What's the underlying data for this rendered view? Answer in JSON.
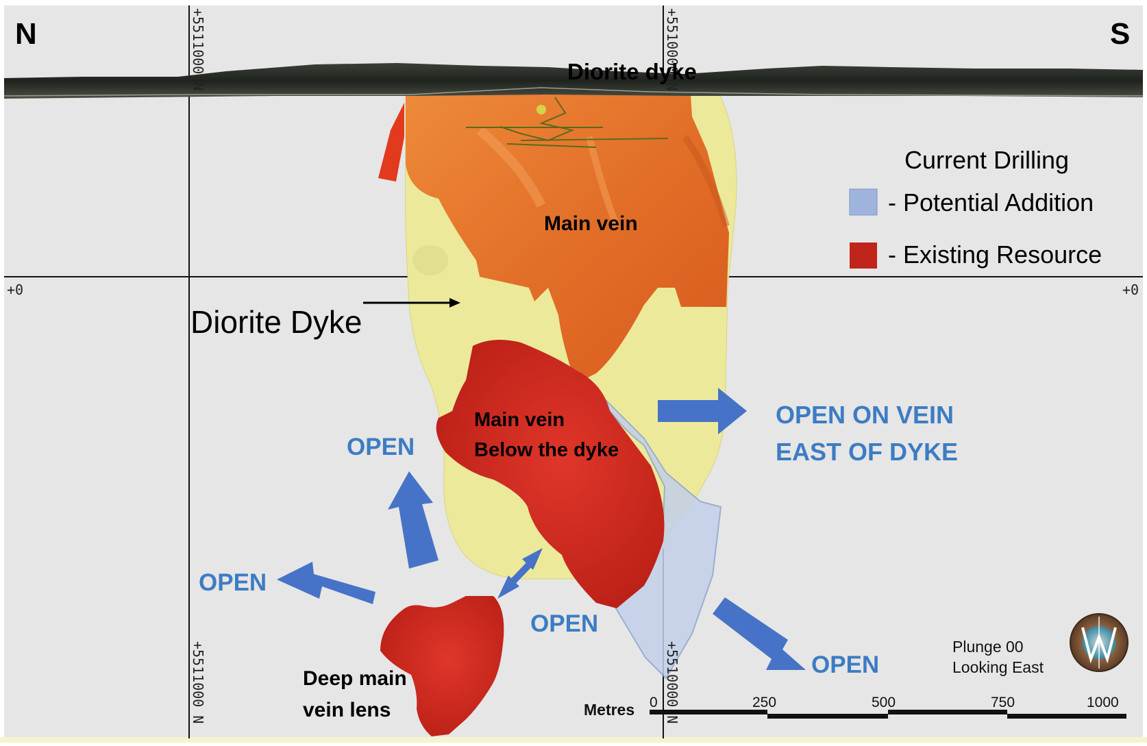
{
  "compass": {
    "north": "N",
    "south": "S"
  },
  "grid": {
    "easting_label": "+5511000 N",
    "easting_label_b": "+5510000 N",
    "depth_label_left": "+0",
    "depth_label_right": "+0"
  },
  "labels": {
    "diorite_dyke_top": "Diorite dyke",
    "main_vein": "Main vein",
    "diorite_dyke": "Diorite Dyke",
    "main_vein_below_line1": "Main vein",
    "main_vein_below_line2": "Below the dyke",
    "deep_lens_line1": "Deep main",
    "deep_lens_line2": "vein lens"
  },
  "open_labels": {
    "open_upper_left": "OPEN",
    "open_left": "OPEN",
    "open_bottom": "OPEN",
    "open_bottom_right": "OPEN",
    "open_east_line1": "OPEN ON VEIN",
    "open_east_line2": "EAST OF DYKE"
  },
  "legend": {
    "title": "Current Drilling",
    "items": [
      {
        "label": "- Potential Addition",
        "color": "#9fb4dd"
      },
      {
        "label": "- Existing Resource",
        "color": "#c0241a"
      }
    ]
  },
  "view": {
    "plunge": "Plunge 00",
    "looking": "Looking East"
  },
  "scale_bar": {
    "unit": "Metres",
    "ticks": [
      "0",
      "250",
      "500",
      "750",
      "1000"
    ]
  },
  "colors": {
    "background": "#e6e6e6",
    "dyke": "#ecea9a",
    "main_vein": "#e8782c",
    "resource": "#c8281c",
    "potential": "#c3d0ea",
    "arrow_blue": "#4673c7",
    "label_blue": "#3c7cc4"
  }
}
